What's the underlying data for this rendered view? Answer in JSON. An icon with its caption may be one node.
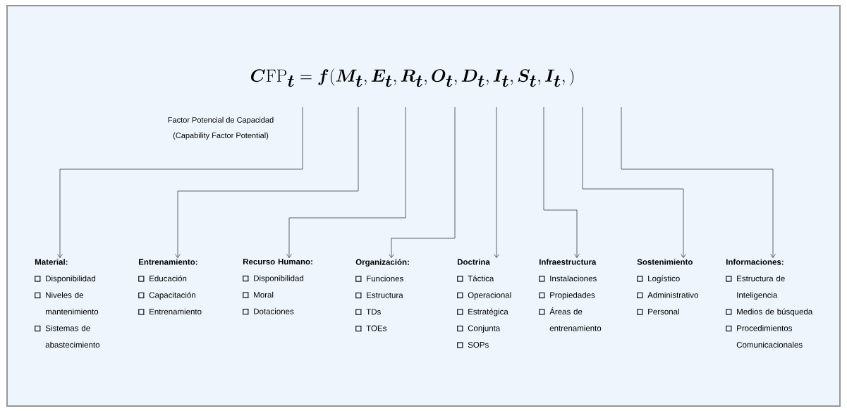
{
  "diagram": {
    "title": "\\boldsymbol{C}\\mathrm{FP}_{\\boldsymbol{t}}=\\boldsymbol{f}(\\boldsymbol{M_t},\\boldsymbol{E_t},\\boldsymbol{R_t},\\boldsymbol{O_t},\\boldsymbol{D_t},\\boldsymbol{I_t},\\boldsymbol{S_t},\\boldsymbol{I_t},)",
    "nodes": [
      {
        "text": [
          "Material:",
          "Disponibilidad",
          "Niveles de mantenimiento",
          "Sistemas de abastecimiento"
        ]
      },
      {
        "text": [
          "Entrenamiento:",
          "Educación",
          "Capacitación",
          "Entrenamiento"
        ]
      },
      {
        "text": [
          "Recurso Humano:",
          "Disponibilidad",
          "Moral",
          "Dotaciones"
        ]
      },
      {
        "text": [
          "Organización:",
          "Funciones",
          "Estructura",
          "TDs",
          "TOEs"
        ]
      },
      {
        "text": [
          "Doctrina",
          "Táctica",
          "Operacional",
          "Estratégica",
          "Conjunta",
          "SOPs"
        ]
      },
      {
        "text": [
          "Infraestructura",
          "Instalaciones",
          "Propiedades",
          "Áreas de entrenamiento"
        ]
      },
      {
        "text": [
          "Sostenimiento",
          "Logístico",
          "Administrativo",
          "Personal"
        ]
      },
      {
        "text": [
          "Informaciones:",
          "Estructura de Inteligencia",
          "Medios de búsqueda",
          "Procedimientos Comunicacionales"
        ]
      }
    ],
    "edges": [
      {
        "from": null,
        "to": 0,
        "arrow": "to"
      },
      {
        "from": null,
        "to": 1,
        "arrow": "to"
      },
      {
        "from": null,
        "to": 2,
        "arrow": "to"
      },
      {
        "from": null,
        "to": 3,
        "arrow": "to"
      },
      {
        "from": null,
        "to": 4,
        "arrow": "to"
      },
      {
        "from": null,
        "to": 5,
        "arrow": "to"
      },
      {
        "from": null,
        "to": 6,
        "arrow": "to"
      },
      {
        "from": null,
        "to": 7,
        "arrow": "to"
      }
    ],
    "labels": [
      "Factor Potencial de Capacidad",
      "(Capability Factor Potential)"
    ]
  }
}
